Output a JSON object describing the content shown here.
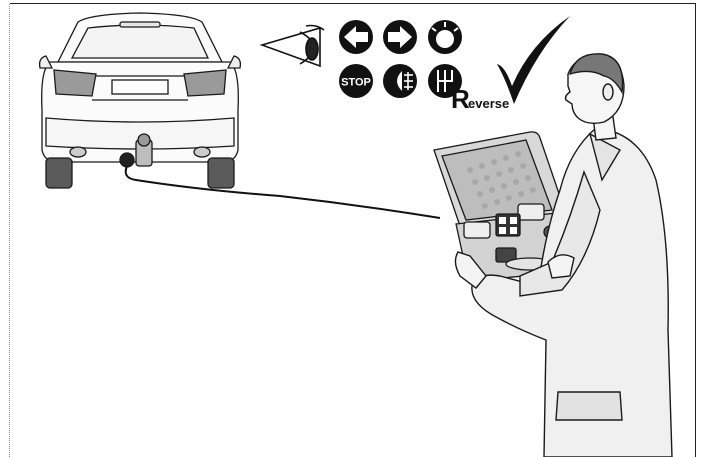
{
  "illustration": {
    "icons": [
      {
        "name": "eye-icon"
      },
      {
        "name": "turn-left-indicator-icon"
      },
      {
        "name": "turn-right-indicator-icon"
      },
      {
        "name": "hazard-lights-icon"
      },
      {
        "name": "stop-light-icon",
        "label": "STOP"
      },
      {
        "name": "fog-light-icon"
      },
      {
        "name": "reverse-gear-icon",
        "label": "R",
        "sub_label": "everse"
      },
      {
        "name": "checkmark-icon"
      }
    ],
    "colors": {
      "line": "#1a1a1a",
      "car_fill": "#fbfbfb",
      "case_body": "#d8d8d8",
      "coat": "#f0f0f0",
      "icon_fill": "#111111"
    }
  }
}
